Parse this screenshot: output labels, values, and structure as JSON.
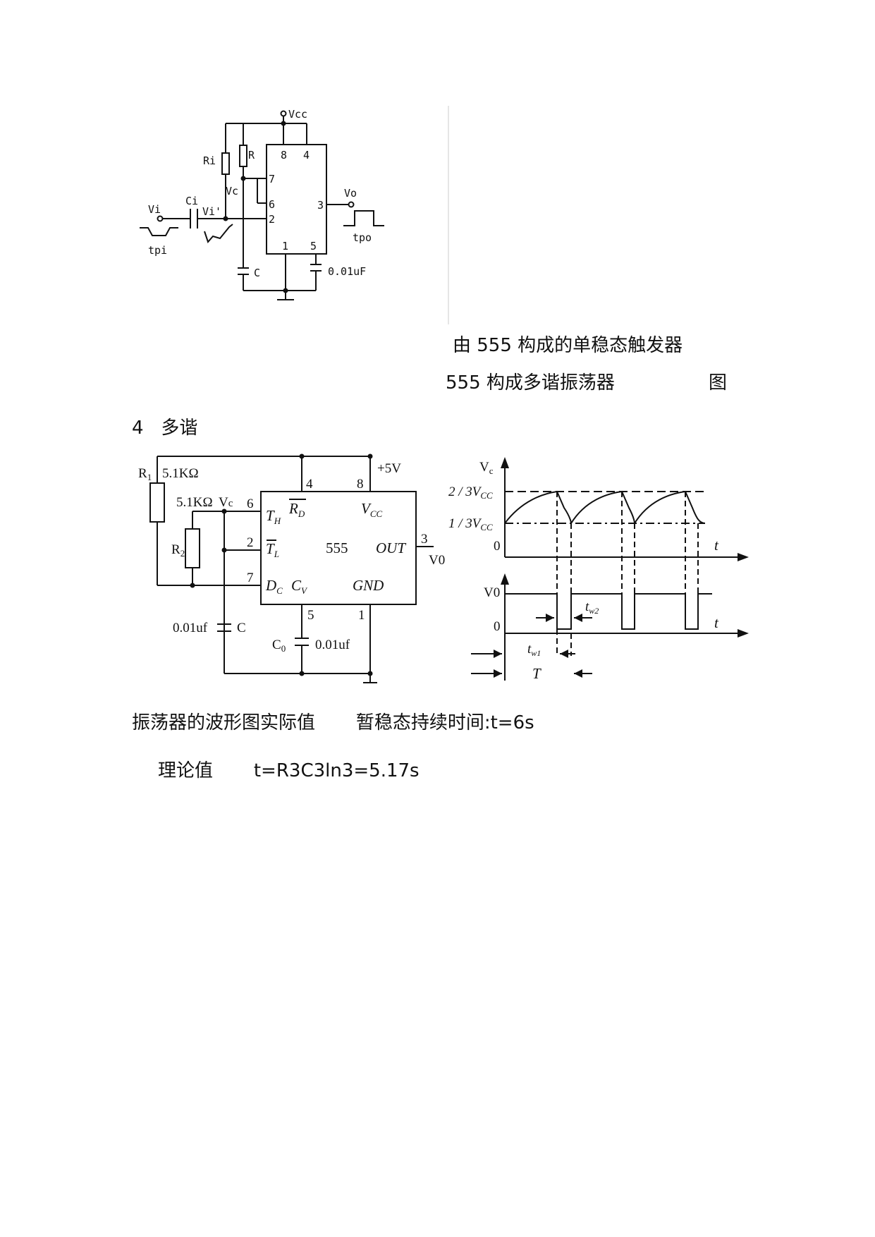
{
  "figure1": {
    "vcc": "Vcc",
    "pin8": "8",
    "pin4": "4",
    "pin7": "7",
    "pin6": "6",
    "pin2": "2",
    "pin3": "3",
    "pin1": "1",
    "pin5": "5",
    "ri": "Ri",
    "r": "R",
    "vc": "Vc",
    "ci": "Ci",
    "vi": "Vi",
    "vi_prime": "Vi'",
    "tpi": "tpi",
    "vo": "Vo",
    "tpo": "tpo",
    "c": "C",
    "cap_value": "0.01uF"
  },
  "text": {
    "caption_monostable": "由 555 构成的单稳态触发器",
    "caption_multivib": "555 构成多谐振荡器",
    "caption_fig": "图",
    "section_heading": "4   多谐",
    "result_measured": "振荡器的波形图实际值       暂稳态持续时间:t=6s",
    "result_theory": "理论值       t=R3C3ln3=5.17s"
  },
  "figure2": {
    "r1": "R",
    "r1_sub": "1",
    "r1_value": "5.1KΩ",
    "r2": "R",
    "r2_sub": "2",
    "r2_value": "5.1KΩ",
    "vc": "V",
    "vc_sub": "c",
    "supply": "+5V",
    "pin4": "4",
    "pin8": "8",
    "pin6": "6",
    "pin2": "2",
    "pin7": "7",
    "pin5": "5",
    "pin1": "1",
    "pin3": "3",
    "th": "T",
    "th_sub": "H",
    "rd": "R",
    "rd_sub": "D",
    "vcc": "V",
    "vcc_sub": "CC",
    "tl": "T",
    "tl_sub": "L",
    "chip": "555",
    "out": "OUT",
    "vo": "V0",
    "dc": "D",
    "dc_sub": "C",
    "cv": "C",
    "cv_sub": "V",
    "gnd": "GND",
    "c_value": "0.01uf",
    "c_label": "C",
    "c0": "C",
    "c0_sub": "0",
    "c0_value": "0.01uf"
  },
  "figure3": {
    "vc": "V",
    "vc_sub": "c",
    "upper": "2 / 3V",
    "upper_sub": "CC",
    "lower": "1 / 3V",
    "lower_sub": "CC",
    "zero1": "0",
    "t1": "t",
    "vo": "V0",
    "zero2": "0",
    "t2": "t",
    "tw2": "t",
    "tw2_sub": "w2",
    "tw1": "t",
    "tw1_sub": "w1",
    "period": "T"
  }
}
